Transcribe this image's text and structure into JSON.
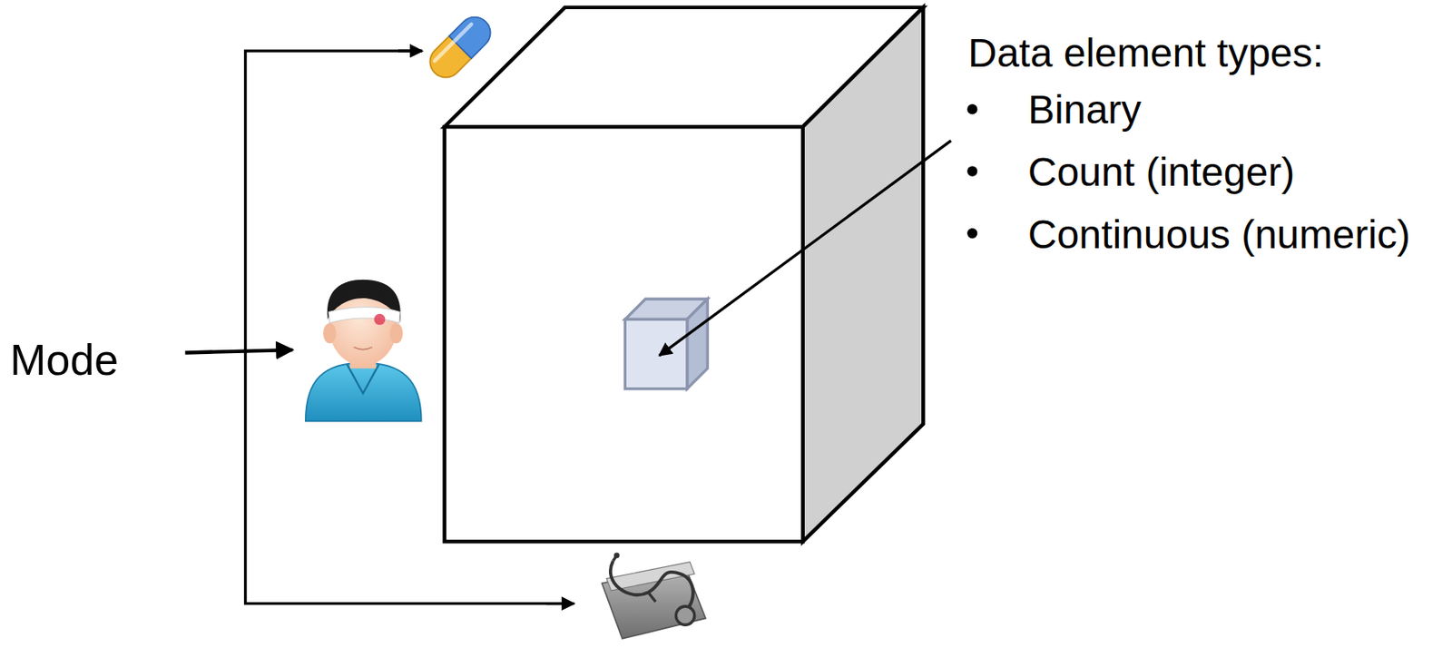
{
  "diagram": {
    "labels": [
      "Data element types:",
      "Binary",
      "Count (integer)",
      "Continuous (numeric)",
      "Mode"
    ]
  }
}
